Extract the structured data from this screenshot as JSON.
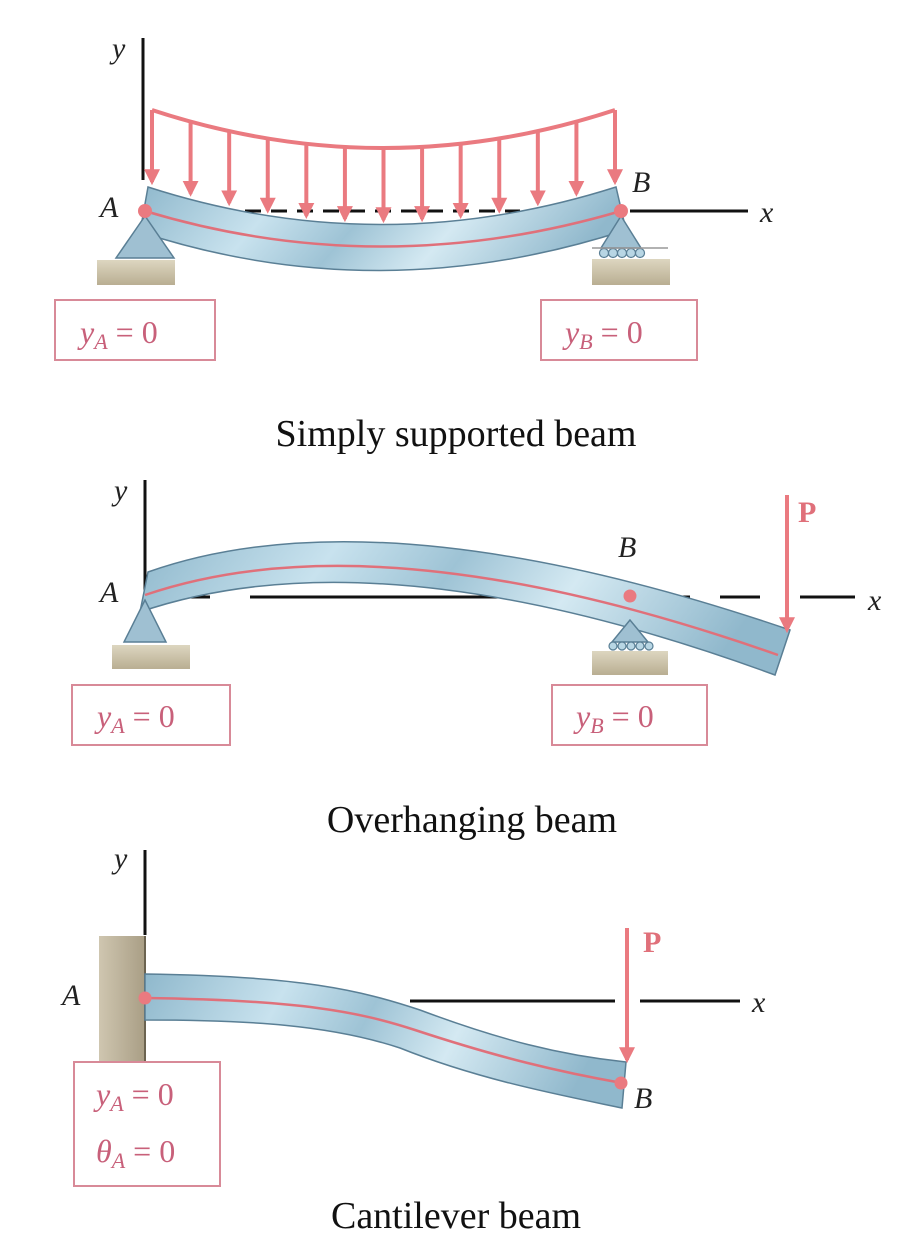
{
  "colors": {
    "load": "#ea7a80",
    "beam": "#a9cddd",
    "equation": "#c8607a",
    "ground": "#c9c0a8"
  },
  "panels": [
    {
      "caption": "Simply supported beam",
      "y_label": "y",
      "x_label": "x",
      "point_a": "A",
      "point_b": "B",
      "conditions": [
        {
          "var": "y",
          "sub": "A",
          "rhs": "= 0"
        },
        {
          "var": "y",
          "sub": "B",
          "rhs": "= 0"
        }
      ]
    },
    {
      "caption": "Overhanging beam",
      "y_label": "y",
      "x_label": "x",
      "point_a": "A",
      "point_b": "B",
      "load": "P",
      "conditions": [
        {
          "var": "y",
          "sub": "A",
          "rhs": "= 0"
        },
        {
          "var": "y",
          "sub": "B",
          "rhs": "= 0"
        }
      ]
    },
    {
      "caption": "Cantilever beam",
      "y_label": "y",
      "x_label": "x",
      "point_a": "A",
      "point_b": "B",
      "load": "P",
      "conditions": [
        {
          "var": "y",
          "sub": "A",
          "rhs": "= 0"
        },
        {
          "var": "θ",
          "sub": "A",
          "rhs": "= 0"
        }
      ]
    }
  ]
}
